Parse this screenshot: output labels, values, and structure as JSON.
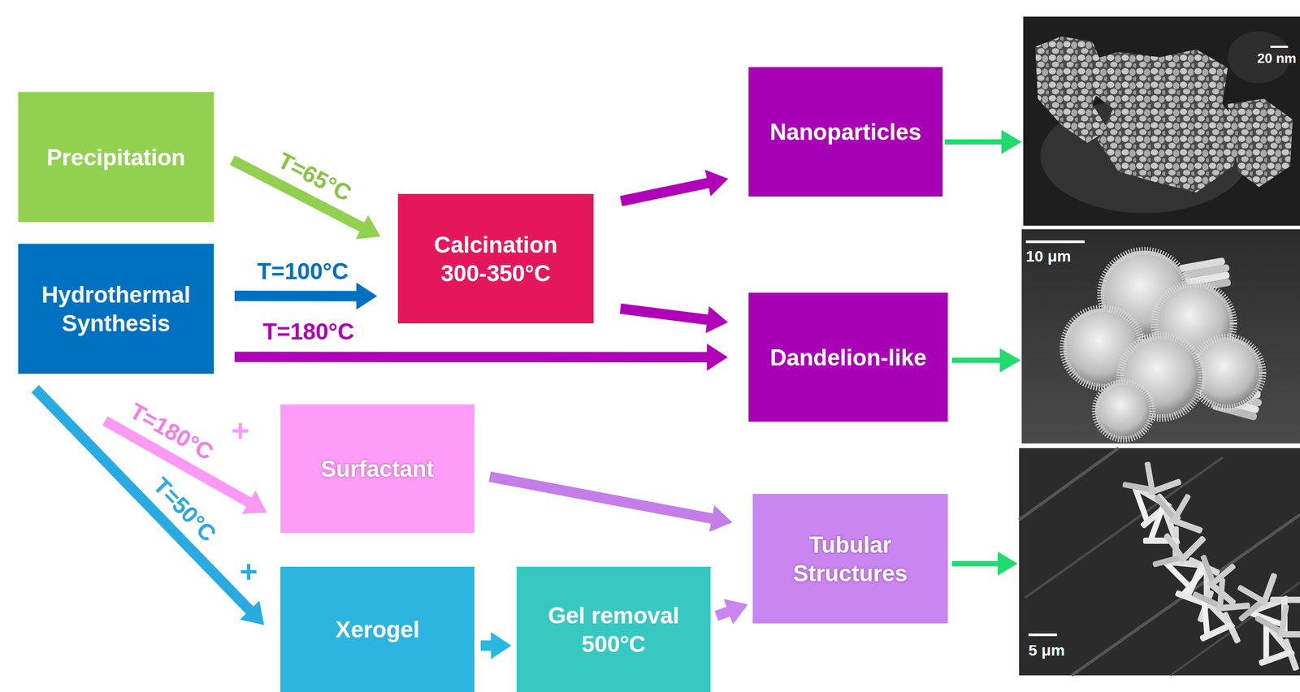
{
  "diagram": {
    "nodes": [
      {
        "text": [
          "Precipitation"
        ]
      },
      {
        "text": [
          "Hydrothermal Synthesis"
        ]
      },
      {
        "text": [
          "Calcination 300-350°C"
        ]
      },
      {
        "text": [
          "Nanoparticles"
        ]
      },
      {
        "text": [
          "Dandelion-like"
        ]
      },
      {
        "text": [
          "Surfactant"
        ]
      },
      {
        "text": [
          "Tubular Structures"
        ]
      },
      {
        "text": [
          "Xerogel"
        ]
      },
      {
        "text": [
          "Gel removal 500°C"
        ]
      }
    ],
    "edges": [
      {
        "from": 0,
        "to": 2,
        "arrow": "to",
        "label": "T=65°C"
      },
      {
        "from": 1,
        "to": 2,
        "arrow": "to",
        "label": "T=100°C"
      },
      {
        "from": 1,
        "to": 4,
        "arrow": "to",
        "label": "T=180°C"
      },
      {
        "from": 1,
        "to": 5,
        "arrow": "to",
        "label": "T=180°C"
      },
      {
        "from": 1,
        "to": 7,
        "arrow": "to",
        "label": "T=50°C"
      },
      {
        "from": 2,
        "to": 3,
        "arrow": "to"
      },
      {
        "from": 2,
        "to": 4,
        "arrow": "to"
      },
      {
        "from": 5,
        "to": 6,
        "arrow": "to"
      },
      {
        "from": 7,
        "to": 8,
        "arrow": "to"
      },
      {
        "from": 8,
        "to": 6,
        "arrow": "to"
      }
    ],
    "labels": [
      "+",
      "+",
      "20 nm",
      "10 μm",
      "5 μm"
    ]
  }
}
